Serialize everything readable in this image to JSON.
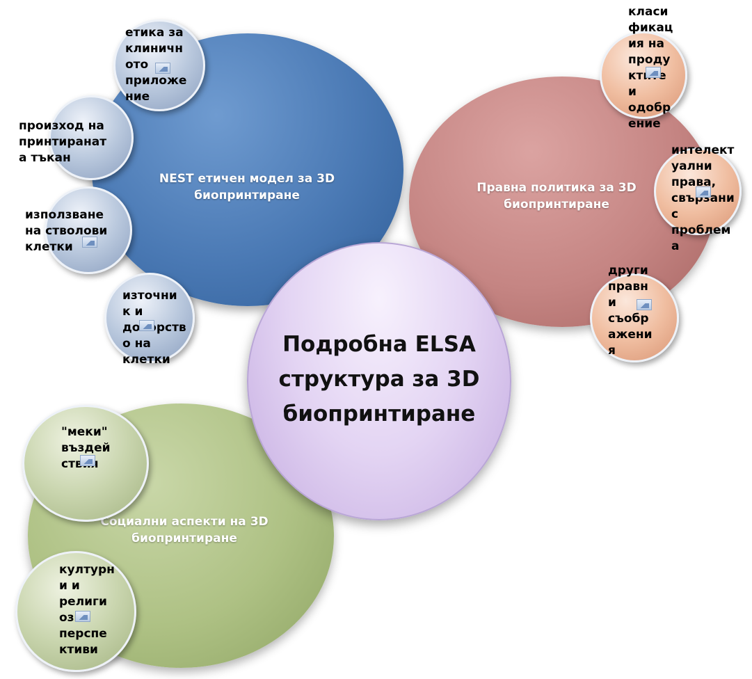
{
  "center": {
    "label": "Подробна ELSA\nструктура за 3D\nбиопринтиране"
  },
  "groups": {
    "nest": {
      "label": "NEST етичен модел за 3D\nбиопринтиране",
      "color": "#4f81bd",
      "items": [
        "етика за\nклиничн\nото\nприложе\nние",
        "произход на\nпринтиранат\nа тъкан",
        "използване\nна стволови\nклетки",
        "източни\nк и\nдонорств\nо на\nклетки"
      ]
    },
    "legal": {
      "label": "Правна политика за 3D\nбиопринтиране",
      "color": "#c0504d",
      "items": [
        "класи\nфикац\nия на\nпроду\nктите\nи\nодобр\nение",
        "интелект\nуални\nправа,\nсвързани\nс\nпроблем\nа",
        "други\nправн\nи\nсъобр\nажени\nя"
      ]
    },
    "social": {
      "label": "Социални аспекти на 3D\nбиопринтиране",
      "color": "#9bbb59",
      "items": [
        "\"меки\"\nвъздей\nствия",
        "културн\nи и\nрелиги\nозни\nперспе\nктиви"
      ]
    }
  }
}
